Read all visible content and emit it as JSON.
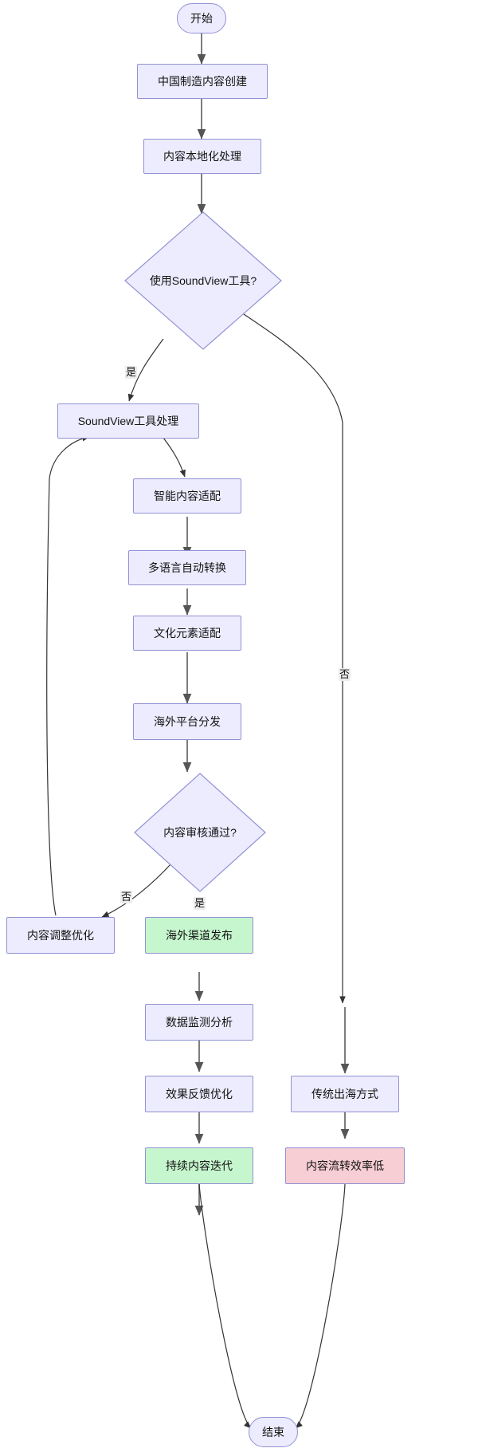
{
  "diagram": {
    "type": "flowchart",
    "direction": "top-down",
    "title": "",
    "colors": {
      "process_fill": "#ececfe",
      "process_stroke": "#9291d4",
      "success_fill": "#c6f6ce",
      "failure_fill": "#f7ced4",
      "edge_stroke": "#333333",
      "arrow_stroke": "#666666",
      "label_bg": "#ededed",
      "text": "#131313",
      "background": "#ffffff"
    },
    "nodes": [
      {
        "id": "start",
        "label": "开始",
        "shape": "stadium",
        "style": "terminal"
      },
      {
        "id": "create",
        "label": "中国制造内容创建",
        "shape": "rect",
        "style": "process"
      },
      {
        "id": "localize",
        "label": "内容本地化处理",
        "shape": "rect",
        "style": "process"
      },
      {
        "id": "useTool",
        "label": "使用SoundView工具?",
        "shape": "diamond",
        "style": "decision"
      },
      {
        "id": "toolProc",
        "label": "SoundView工具处理",
        "shape": "rect",
        "style": "process"
      },
      {
        "id": "smartFit",
        "label": "智能内容适配",
        "shape": "rect",
        "style": "process"
      },
      {
        "id": "multiLang",
        "label": "多语言自动转换",
        "shape": "rect",
        "style": "process"
      },
      {
        "id": "culture",
        "label": "文化元素适配",
        "shape": "rect",
        "style": "process"
      },
      {
        "id": "distribute",
        "label": "海外平台分发",
        "shape": "rect",
        "style": "process"
      },
      {
        "id": "review",
        "label": "内容审核通过?",
        "shape": "diamond",
        "style": "decision"
      },
      {
        "id": "adjust",
        "label": "内容调整优化",
        "shape": "rect",
        "style": "process"
      },
      {
        "id": "publish",
        "label": "海外渠道发布",
        "shape": "rect",
        "style": "success"
      },
      {
        "id": "monitor",
        "label": "数据监测分析",
        "shape": "rect",
        "style": "process"
      },
      {
        "id": "feedback",
        "label": "效果反馈优化",
        "shape": "rect",
        "style": "process"
      },
      {
        "id": "iterate",
        "label": "持续内容迭代",
        "shape": "rect",
        "style": "success"
      },
      {
        "id": "traditional",
        "label": "传统出海方式",
        "shape": "rect",
        "style": "process"
      },
      {
        "id": "lowEff",
        "label": "内容流转效率低",
        "shape": "rect",
        "style": "failure"
      },
      {
        "id": "end",
        "label": "结束",
        "shape": "stadium",
        "style": "terminal"
      }
    ],
    "edges": [
      {
        "from": "start",
        "to": "create",
        "label": ""
      },
      {
        "from": "create",
        "to": "localize",
        "label": ""
      },
      {
        "from": "localize",
        "to": "useTool",
        "label": ""
      },
      {
        "from": "useTool",
        "to": "toolProc",
        "label": "是"
      },
      {
        "from": "useTool",
        "to": "traditional",
        "label": "否"
      },
      {
        "from": "toolProc",
        "to": "smartFit",
        "label": ""
      },
      {
        "from": "smartFit",
        "to": "multiLang",
        "label": ""
      },
      {
        "from": "multiLang",
        "to": "culture",
        "label": ""
      },
      {
        "from": "culture",
        "to": "distribute",
        "label": ""
      },
      {
        "from": "distribute",
        "to": "review",
        "label": ""
      },
      {
        "from": "review",
        "to": "adjust",
        "label": "否"
      },
      {
        "from": "review",
        "to": "publish",
        "label": "是"
      },
      {
        "from": "adjust",
        "to": "toolProc",
        "label": ""
      },
      {
        "from": "publish",
        "to": "monitor",
        "label": ""
      },
      {
        "from": "monitor",
        "to": "feedback",
        "label": ""
      },
      {
        "from": "feedback",
        "to": "iterate",
        "label": ""
      },
      {
        "from": "iterate",
        "to": "end",
        "label": ""
      },
      {
        "from": "traditional",
        "to": "lowEff",
        "label": ""
      },
      {
        "from": "lowEff",
        "to": "end",
        "label": ""
      }
    ],
    "edge_labels": {
      "yes_tool": "是",
      "no_tool": "否",
      "no_review": "否",
      "yes_review": "是"
    }
  }
}
